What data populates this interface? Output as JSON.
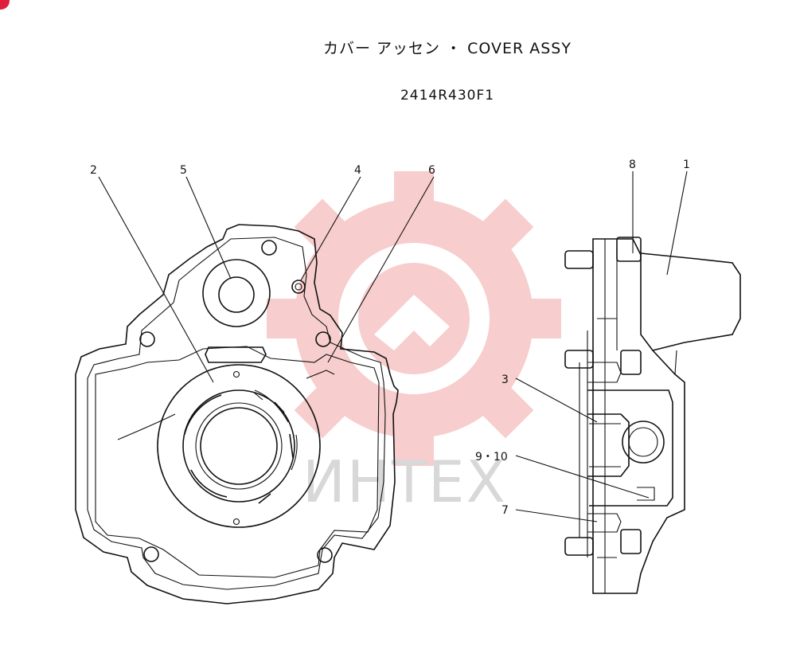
{
  "title": "カバー アッセン ・ COVER ASSY",
  "part_number": "2414R430F1",
  "watermark": {
    "text": "ИНТЕХ",
    "color": "#e23b3b"
  },
  "callouts": [
    {
      "id": "c2",
      "label": "2"
    },
    {
      "id": "c5",
      "label": "5"
    },
    {
      "id": "c4",
      "label": "4"
    },
    {
      "id": "c6",
      "label": "6"
    },
    {
      "id": "c8",
      "label": "8"
    },
    {
      "id": "c1",
      "label": "1"
    },
    {
      "id": "c3",
      "label": "3"
    },
    {
      "id": "c910",
      "label": "9・10"
    },
    {
      "id": "c7",
      "label": "7"
    }
  ]
}
